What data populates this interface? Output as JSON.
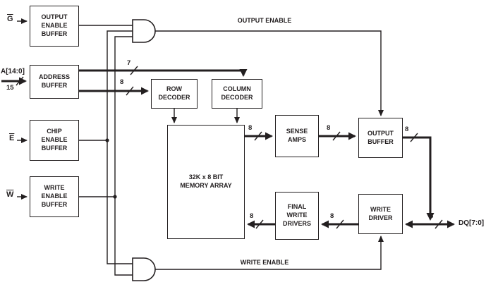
{
  "diagram": {
    "boxes": {
      "output_enable_buffer": "OUTPUT ENABLE BUFFER",
      "address_buffer": "ADDRESS BUFFER",
      "chip_enable_buffer": "CHIP ENABLE BUFFER",
      "write_enable_buffer": "WRITE ENABLE BUFFER",
      "row_decoder": "ROW DECODER",
      "column_decoder": "COLUMN DECODER",
      "memory_array": "32K x 8 BIT MEMORY ARRAY",
      "sense_amps": "SENSE AMPS",
      "output_buffer": "OUTPUT BUFFER",
      "final_write_drivers": "FINAL WRITE DRIVERS",
      "write_driver": "WRITE DRIVER"
    },
    "inputs": {
      "g": "G",
      "address": "A[14:0]",
      "address_width": "15",
      "e": "E",
      "w": "W"
    },
    "signals": {
      "output_enable": "OUTPUT ENABLE",
      "write_enable": "WRITE ENABLE"
    },
    "output": {
      "dq": "DQ[7:0]"
    },
    "bus_widths": {
      "addr_col": "7",
      "addr_row": "8",
      "array_to_sense": "8",
      "sense_to_outbuf": "8",
      "outbuf_to_dq": "8",
      "dq_bus": "8",
      "writedriver_to_final": "8",
      "final_to_array": "8"
    },
    "colors": {
      "line": "#231f20",
      "background": "#ffffff"
    }
  }
}
